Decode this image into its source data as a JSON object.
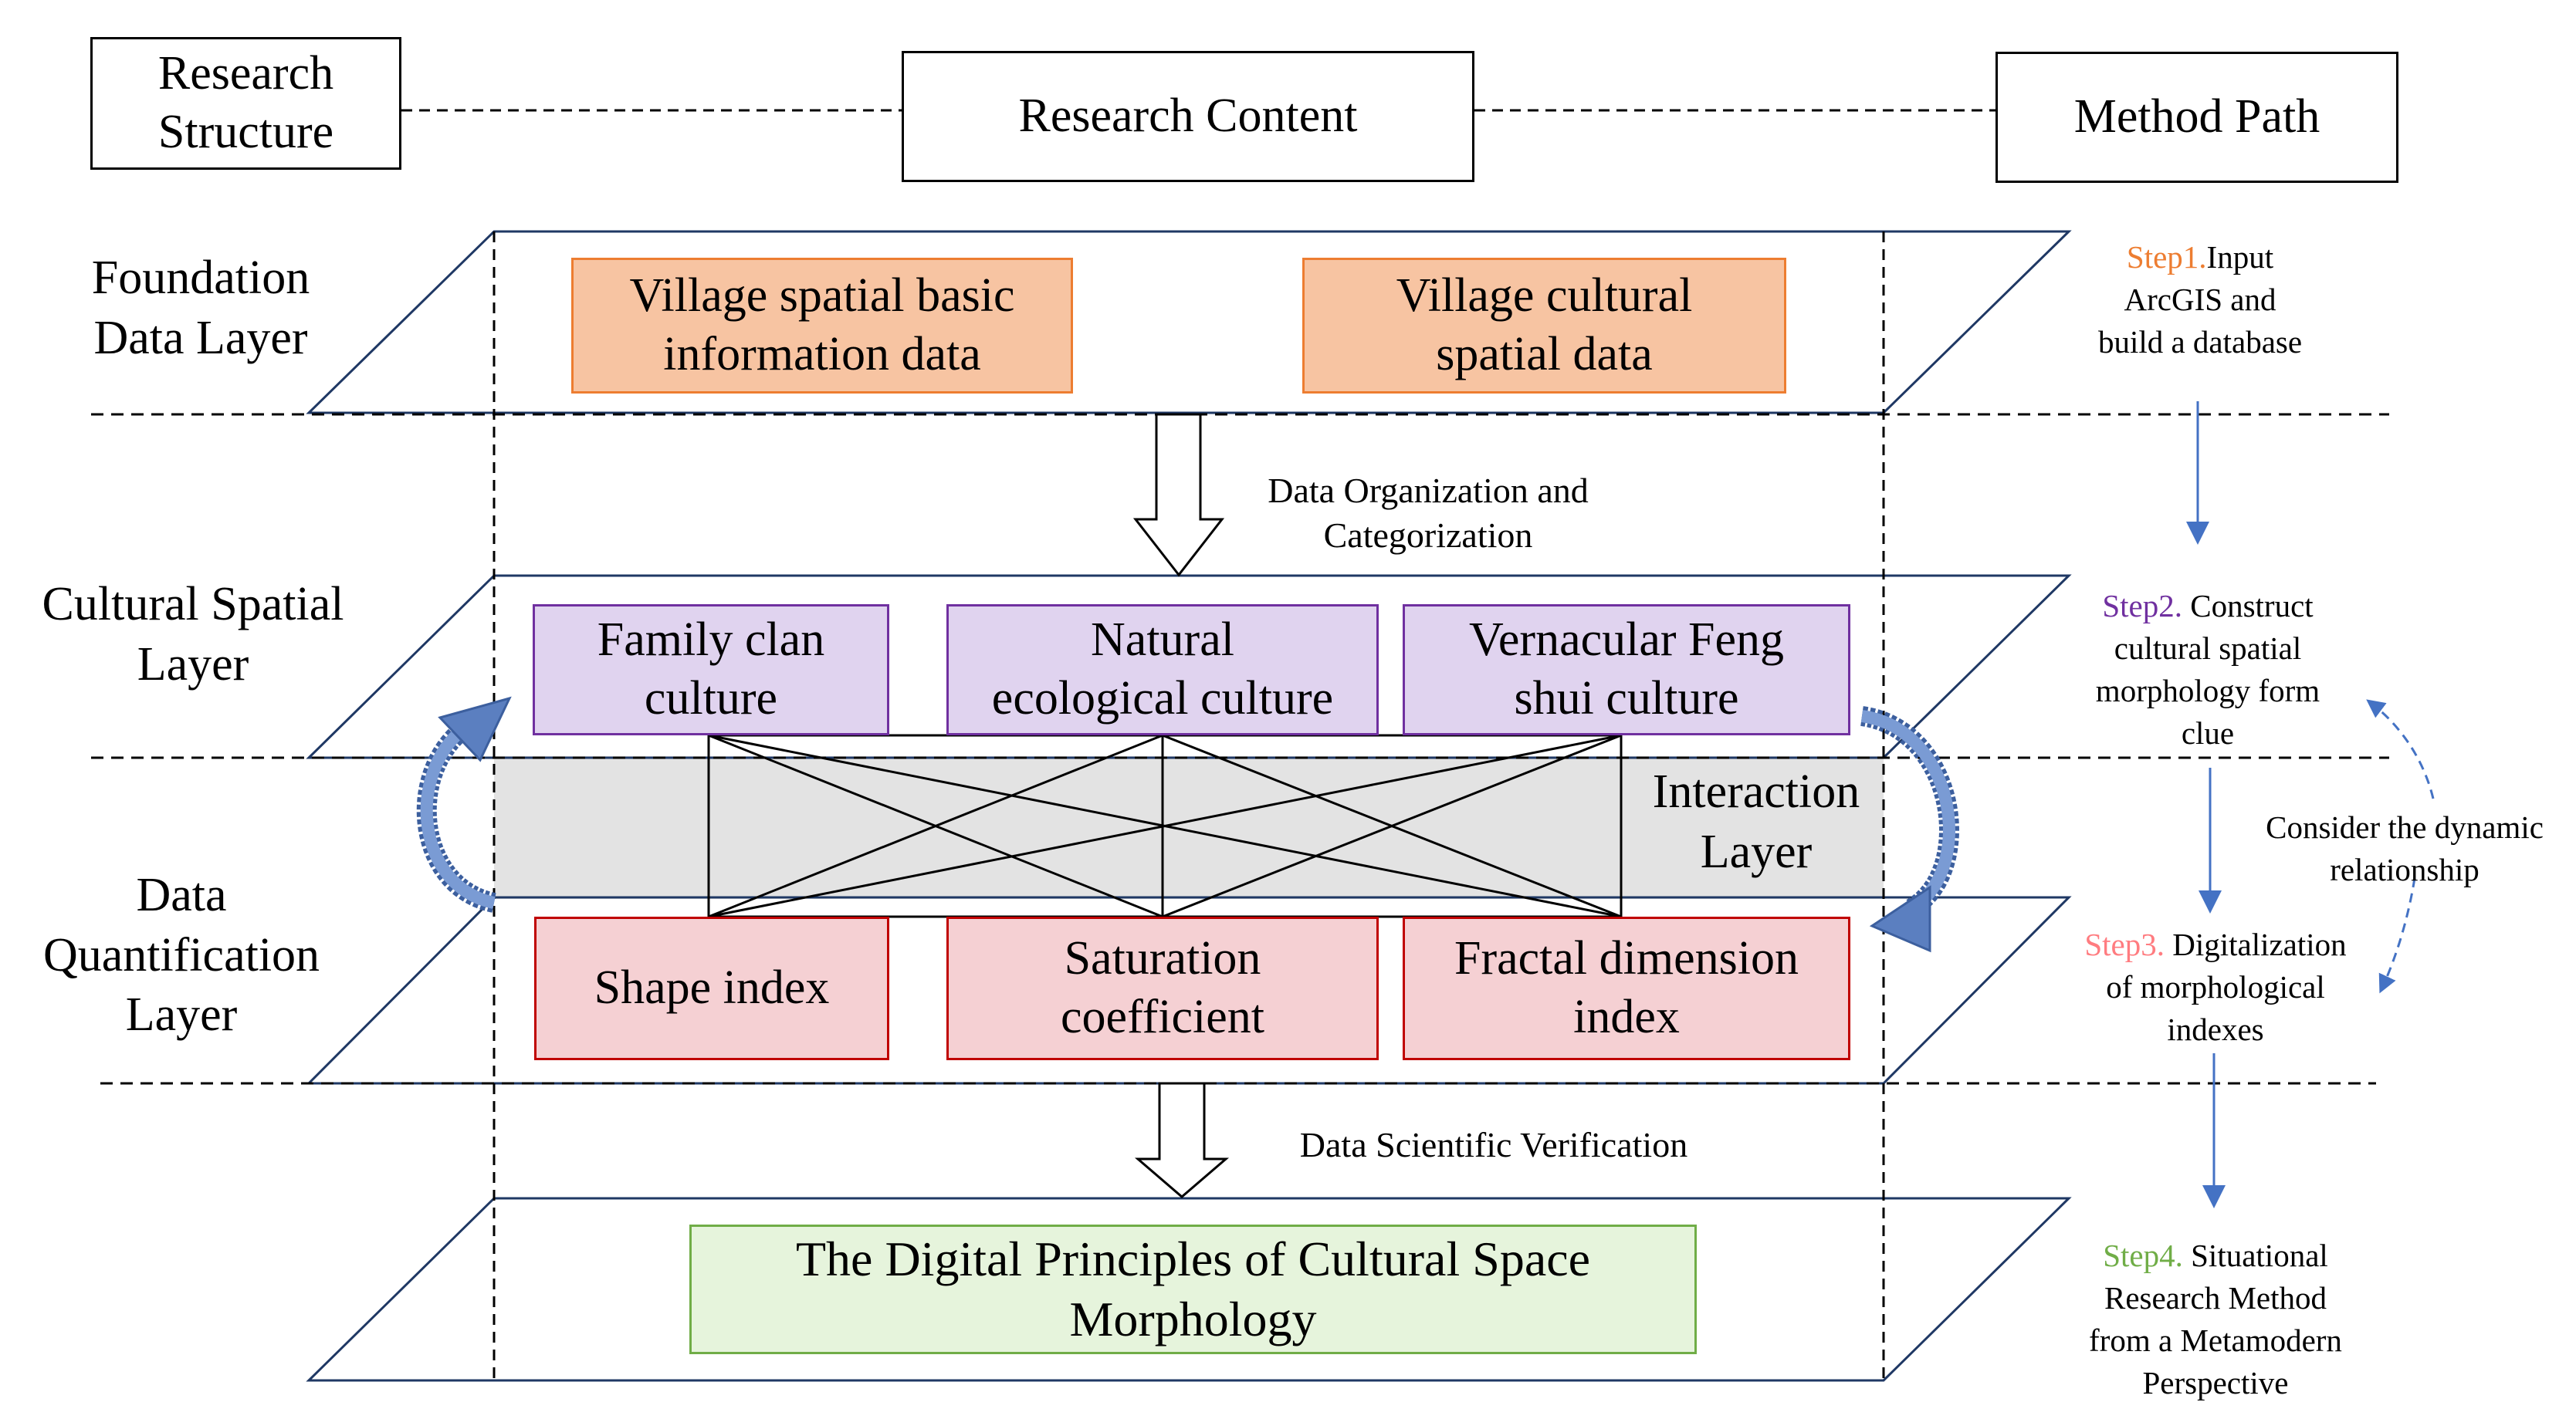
{
  "header": {
    "structure": "Research\nStructure",
    "content": "Research Content",
    "method": "Method Path"
  },
  "layers": {
    "foundation": "Foundation\nData Layer",
    "cultural": "Cultural Spatial\nLayer",
    "quant": "Data\nQuantification\nLayer",
    "interaction": "Interaction\nLayer"
  },
  "foundation_boxes": {
    "basic": "Village  spatial basic\ninformation data",
    "cultural": "Village  cultural\nspatial data"
  },
  "culture_boxes": {
    "family": "Family clan\nculture",
    "natural": "Natural\necological  culture",
    "fengshui": "Vernacular Feng\nshui culture"
  },
  "index_boxes": {
    "shape": "Shape index",
    "saturation": "Saturation\ncoefficient",
    "fractal": "Fractal dimension\nindex"
  },
  "result_box": "The Digital Principles of Cultural Space\nMorphology",
  "flow_labels": {
    "organize": "Data Organization  and\nCategorization",
    "verify": "Data Scientific  Verification"
  },
  "steps": {
    "s1_label": "Step1.",
    "s1_text": "Input\nArcGIS and\nbuild a database",
    "s2_label": "Step2.",
    "s2_text": " Construct\ncultural spatial\nmorphology form\nclue",
    "s3_label": "Step3.",
    "s3_text": " Digitalization\nof morphological\nindexes",
    "s4_label": "Step4.",
    "s4_text": " Situational\nResearch Method\nfrom a Metamodern\nPerspective"
  },
  "dynamic_note": "Consider the dynamic\nrelationship",
  "colors": {
    "step1": "#ed7d31",
    "step2": "#7030a0",
    "step3": "#ff7c80",
    "step4": "#70ad47",
    "flow_arrow": "#4472c4",
    "loop_arrow": "#5b7fc0",
    "interaction_fill": "#e3e3e3"
  }
}
